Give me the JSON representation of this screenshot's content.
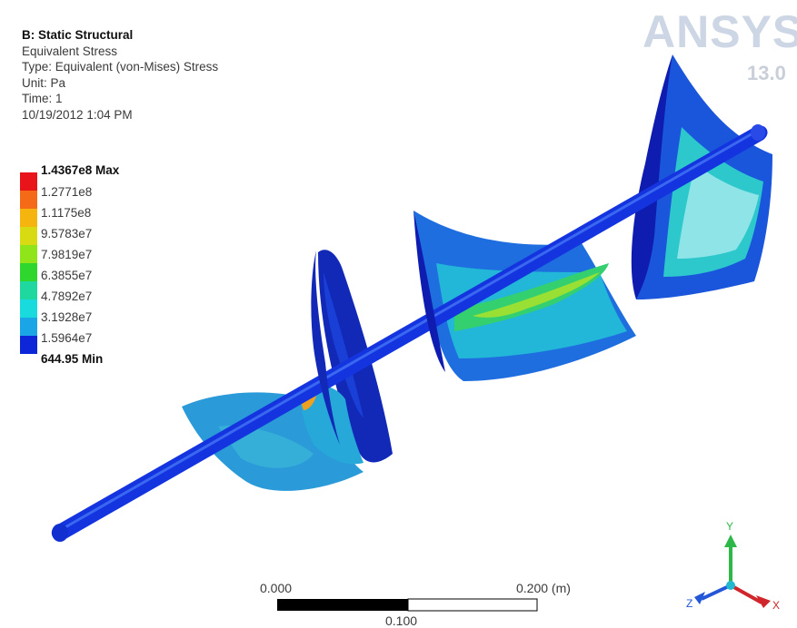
{
  "header": {
    "title": "B: Static Structural",
    "result_name": "Equivalent Stress",
    "type_line": "Type: Equivalent (von-Mises) Stress",
    "unit_line": "Unit: Pa",
    "time_line": "Time: 1",
    "date_line": "10/19/2012 1:04 PM"
  },
  "legend": {
    "items": [
      {
        "label": "1.4367e8 Max",
        "color": "#e8141a",
        "bold": true
      },
      {
        "label": "1.2771e8",
        "color": "#f56a16",
        "bold": false
      },
      {
        "label": "1.1175e8",
        "color": "#f6b40e",
        "bold": false
      },
      {
        "label": "9.5783e7",
        "color": "#d8da12",
        "bold": false
      },
      {
        "label": "7.9819e7",
        "color": "#8fe41a",
        "bold": false
      },
      {
        "label": "6.3855e7",
        "color": "#2ed62e",
        "bold": false
      },
      {
        "label": "4.7892e7",
        "color": "#1ed8a0",
        "bold": false
      },
      {
        "label": "3.1928e7",
        "color": "#19dadc",
        "bold": false
      },
      {
        "label": "1.5964e7",
        "color": "#1aa6e6",
        "bold": false
      },
      {
        "label": "644.95 Min",
        "color": "#0c26d8",
        "bold": true
      }
    ]
  },
  "logo": {
    "text": "ANSYS",
    "version": "13.0"
  },
  "scale_bar": {
    "left_label": "0.000",
    "right_label": "0.200 (m)",
    "mid_label": "0.100"
  },
  "triad": {
    "x_label": "X",
    "y_label": "Y",
    "z_label": "Z"
  },
  "colors": {
    "background": "#ffffff",
    "shaft": "#1434e0",
    "model_dark": "#1024c8",
    "triad_x": "#d0252a",
    "triad_y": "#2eb84a",
    "triad_z": "#2357d8"
  }
}
